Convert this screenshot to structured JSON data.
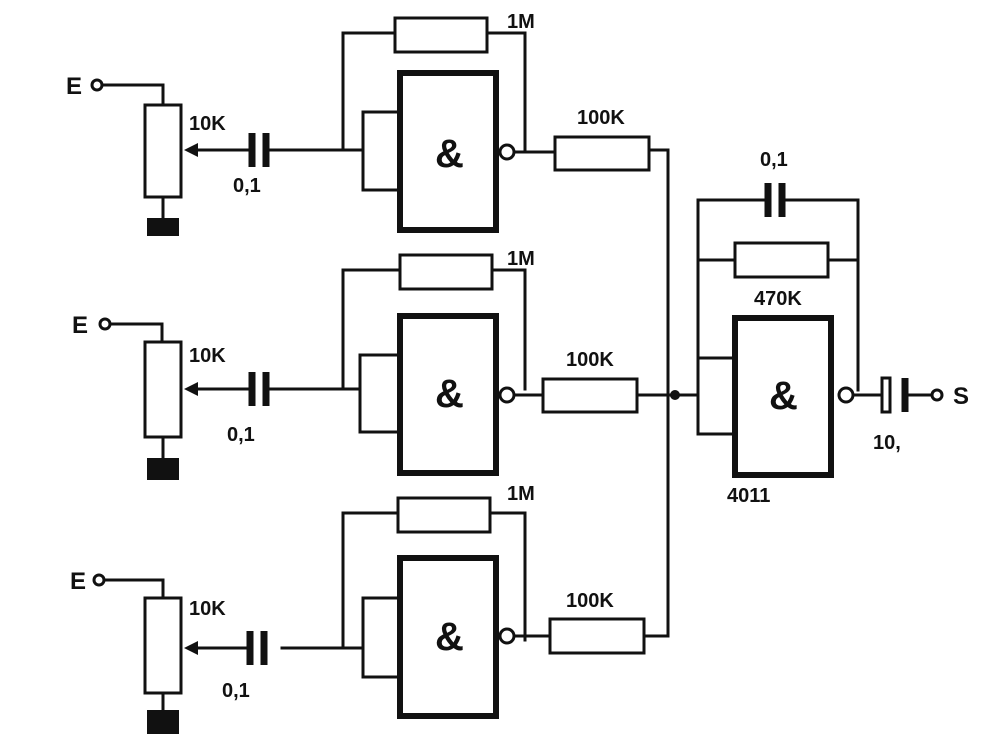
{
  "stages": [
    {
      "input_label": "E",
      "pot_label": "10K",
      "cap_label": "0,1",
      "feedback_label": "1M",
      "gate_symbol": "&",
      "output_res_label": "100K"
    },
    {
      "input_label": "E",
      "pot_label": "10K",
      "cap_label": "0,1",
      "feedback_label": "1M",
      "gate_symbol": "&",
      "output_res_label": "100K"
    },
    {
      "input_label": "E",
      "pot_label": "10K",
      "cap_label": "0,1",
      "feedback_label": "1M",
      "gate_symbol": "&",
      "output_res_label": "100K"
    }
  ],
  "mixer": {
    "cap_label": "0,1",
    "feedback_label": "470K",
    "gate_symbol": "&",
    "ic_label": "4011",
    "output_cap_label": "10,",
    "output_label": "S"
  }
}
